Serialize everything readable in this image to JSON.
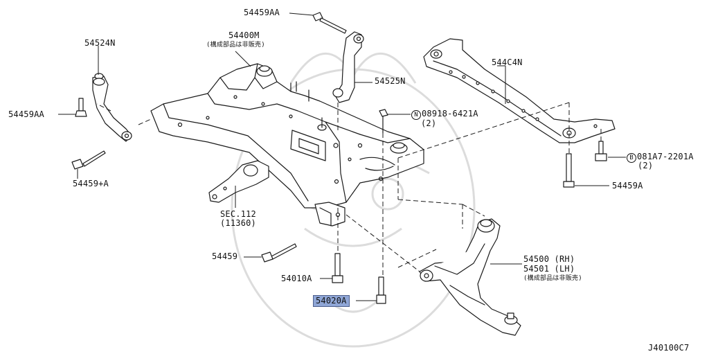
{
  "parts": {
    "p54459AA_top": "54459AA",
    "p54400M": "54400M",
    "p54400M_note": "(構成部品は非販売)",
    "p54524N": "54524N",
    "p54459AA_left": "54459AA",
    "p54459_plusA": "54459+A",
    "p54525N": "54525N",
    "p544C4N": "544C4N",
    "p08918": "08918-6421A",
    "p08918_qty": "(2)",
    "p08918_prefix": "N",
    "p081A7": "081A7-2201A",
    "p081A7_qty": "(2)",
    "p081A7_prefix": "B",
    "p54459A": "54459A",
    "sec112": "SEC.112",
    "sec112_sub": "(11360)",
    "p54459": "54459",
    "p54010A": "54010A",
    "p54020A": "54020A",
    "p54500": "54500 (RH)",
    "p54501": "54501 (LH)",
    "p5450x_note": "(構成部品は非販売)"
  },
  "diagram_id": "J40100C7",
  "colors": {
    "line": "#1a1a1a",
    "highlight": "#8fa6d6",
    "watermark": "#d8d8d8"
  }
}
